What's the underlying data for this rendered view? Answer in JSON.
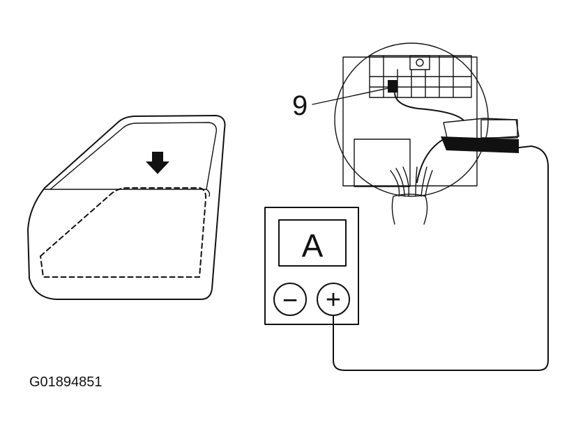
{
  "callout": {
    "pin_label": "9"
  },
  "meter": {
    "mode_label": "A",
    "minus_symbol": "−",
    "plus_symbol": "+"
  },
  "figure_id": "G01894851",
  "icons": [
    "down-arrow-icon",
    "ammeter-icon",
    "connector-icon"
  ]
}
